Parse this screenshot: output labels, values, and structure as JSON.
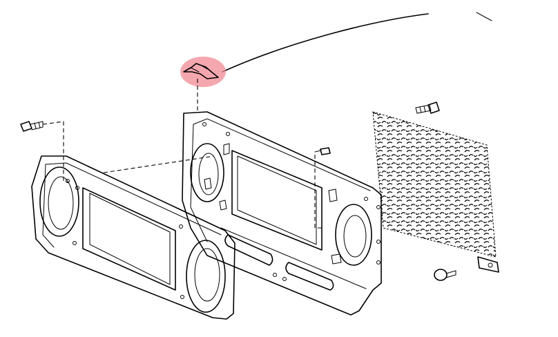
{
  "diagram": {
    "style": "exploded line drawing, no printed text",
    "parts": [
      {
        "id": "retainer-clip",
        "highlighted": true
      },
      {
        "id": "front-bezel"
      },
      {
        "id": "grille-panel"
      },
      {
        "id": "mesh-screen"
      },
      {
        "id": "bolt-left"
      },
      {
        "id": "bolt-right"
      },
      {
        "id": "screw-small"
      },
      {
        "id": "push-clip"
      },
      {
        "id": "bracket-nut"
      }
    ],
    "colors": {
      "line": "#000000",
      "background": "#ffffff",
      "highlight": "#f08a93"
    }
  }
}
